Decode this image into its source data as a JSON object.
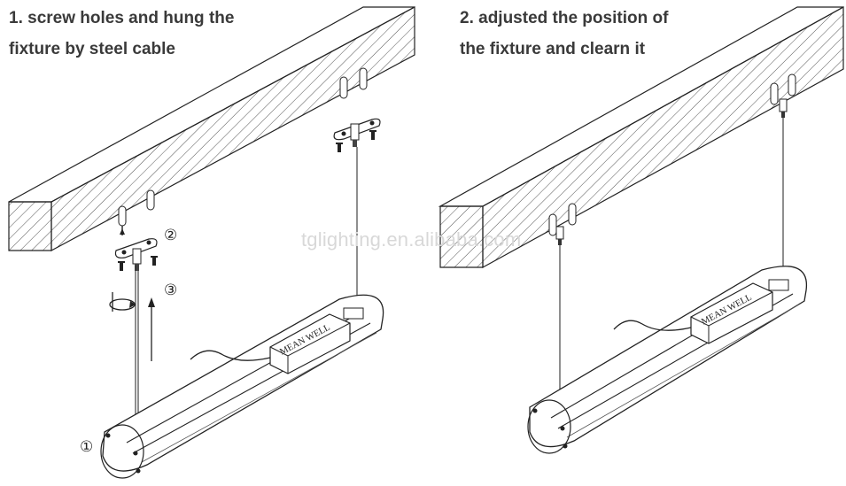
{
  "step1": {
    "title_line1": "1. screw holes and hung the",
    "title_line2": "fixture by steel cable",
    "markers": [
      "①",
      "②",
      "③"
    ]
  },
  "step2": {
    "title_line1": "2. adjusted the position of",
    "title_line2": "the fixture and clearn it"
  },
  "driver_label": "MEAN WELL",
  "watermark": "tglighting.en.alibaba.com",
  "icons": [
    "hatched-beam-icon",
    "mounting-bracket-icon",
    "screw-icon",
    "linear-fixture-icon",
    "rotation-arrow-icon",
    "up-arrow-icon"
  ]
}
